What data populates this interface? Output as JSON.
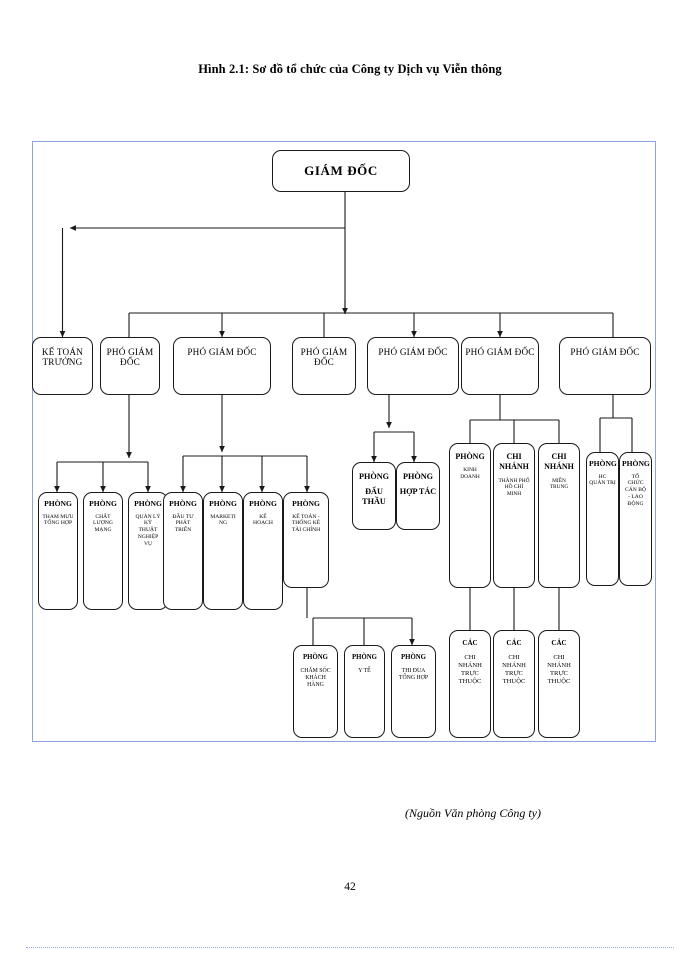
{
  "page": {
    "title": "Hình 2.1: Sơ đồ tổ chức của Công ty Dịch vụ Viễn thông",
    "source_note": "(Nguồn Văn phòng Công ty)",
    "page_number": "42"
  },
  "colors": {
    "frame_border": "#8ea3d9",
    "node_border": "#1a1a1a",
    "connector": "#1a1a1a",
    "background": "#ffffff",
    "text": "#000000"
  },
  "chart_data": {
    "type": "diagram",
    "title": "Hình 2.1: Sơ đồ tổ chức của Công ty Dịch vụ Viễn thông",
    "diagram_kind": "organizational-chart",
    "orientation": "top-down",
    "levels": 4,
    "nodes": [
      {
        "id": "director",
        "level": 1,
        "head": "GIÁM ĐỐC",
        "sub": ""
      },
      {
        "id": "chief-acct",
        "level": 2,
        "head": "KẾ TOÁN TRƯỞNG",
        "sub": ""
      },
      {
        "id": "vd1",
        "level": 2,
        "head": "PHÓ GIÁM ĐỐC",
        "sub": ""
      },
      {
        "id": "vd2",
        "level": 2,
        "head": "PHÓ GIÁM ĐỐC",
        "sub": ""
      },
      {
        "id": "vd3",
        "level": 2,
        "head": "PHÓ GIÁM ĐỐC",
        "sub": ""
      },
      {
        "id": "vd4",
        "level": 2,
        "head": "PHÓ GIÁM ĐỐC",
        "sub": ""
      },
      {
        "id": "vd5",
        "level": 2,
        "head": "PHÓ GIÁM ĐỐC",
        "sub": ""
      },
      {
        "id": "vd6",
        "level": 2,
        "head": "PHÓ GIÁM ĐỐC",
        "sub": ""
      },
      {
        "id": "d-thammuu",
        "level": 3,
        "head": "PHÒNG",
        "sub": "THAM MƯU\nTỔNG HỢP"
      },
      {
        "id": "d-chatluong",
        "level": 3,
        "head": "PHÒNG",
        "sub": "CHẤT\nLƯỢNG\nMẠNG"
      },
      {
        "id": "d-kythuat",
        "level": 3,
        "head": "PHÒNG",
        "sub": "QUẢN LÝ\nKỸ\nTHUẬT\nNGHIỆP\nVỤ"
      },
      {
        "id": "d-dautu",
        "level": 3,
        "head": "PHÒNG",
        "sub": "ĐẦU TƯ\nPHÁT\nTRIỂN"
      },
      {
        "id": "d-marketing",
        "level": 3,
        "head": "PHÒNG",
        "sub": "MARKETI\nNG"
      },
      {
        "id": "d-kehoach",
        "level": 3,
        "head": "PHÒNG",
        "sub": "KẾ\nHOẠCH"
      },
      {
        "id": "d-ketoan",
        "level": 3,
        "head": "PHÒNG",
        "sub": "KẾ TOÁN -\nTHỐNG KÊ\nTÀI CHÍNH"
      },
      {
        "id": "d-dauthau",
        "level": 3,
        "head": "PHÒNG",
        "sub": "ĐẤU\nTHẦU"
      },
      {
        "id": "d-hoptac",
        "level": 3,
        "head": "PHÒNG",
        "sub": "HỢP TÁC"
      },
      {
        "id": "d-kinhdoanh",
        "level": 3,
        "head": "PHÒNG",
        "sub": "KINH\nDOANH"
      },
      {
        "id": "b-hcm",
        "level": 3,
        "head": "CHI\nNHÁNH",
        "sub": "THÀNH PHỐ\nHỒ CHÍ\nMINH"
      },
      {
        "id": "b-mientrung",
        "level": 3,
        "head": "CHI\nNHÁNH",
        "sub": "MIỀN\nTRUNG"
      },
      {
        "id": "d-hc",
        "level": 3,
        "head": "PHÒNG",
        "sub": "HC\nQUẢN TRỊ"
      },
      {
        "id": "d-tochuc",
        "level": 3,
        "head": "PHÒNG",
        "sub": "TỔ\nCHỨC\nCÁN BỘ\n- LAO\nĐỘNG"
      },
      {
        "id": "s-chamsoc",
        "level": 4,
        "head": "PHÒNG",
        "sub": "CHĂM SÓC\nKHÁCH\nHÀNG"
      },
      {
        "id": "s-yte",
        "level": 4,
        "head": "PHÒNG",
        "sub": "Y TẾ"
      },
      {
        "id": "s-thidua",
        "level": 4,
        "head": "PHÒNG",
        "sub": "THI ĐUA\nTỔNG HỢP"
      },
      {
        "id": "s-cn1",
        "level": 4,
        "head": "CÁC",
        "sub": "CHI NHÁNH\nTRỰC\nTHUỘC"
      },
      {
        "id": "s-cn2",
        "level": 4,
        "head": "CÁC",
        "sub": "CHI NHÁNH\nTRỰC\nTHUỘC"
      },
      {
        "id": "s-cn3",
        "level": 4,
        "head": "CÁC",
        "sub": "CHI NHÁNH\nTRỰC\nTHUỘC"
      }
    ],
    "edges": [
      {
        "from": "director",
        "to": "chief-acct"
      },
      {
        "from": "director",
        "to": "vd1"
      },
      {
        "from": "director",
        "to": "vd2"
      },
      {
        "from": "director",
        "to": "vd3"
      },
      {
        "from": "director",
        "to": "vd4"
      },
      {
        "from": "director",
        "to": "vd5"
      },
      {
        "from": "director",
        "to": "vd6"
      },
      {
        "from": "vd1",
        "to": "d-thammuu"
      },
      {
        "from": "vd1",
        "to": "d-chatluong"
      },
      {
        "from": "vd1",
        "to": "d-kythuat"
      },
      {
        "from": "vd2",
        "to": "d-dautu"
      },
      {
        "from": "vd2",
        "to": "d-marketing"
      },
      {
        "from": "vd2",
        "to": "d-kehoach"
      },
      {
        "from": "vd2",
        "to": "d-ketoan"
      },
      {
        "from": "vd3",
        "to": "d-dauthau"
      },
      {
        "from": "vd3",
        "to": "d-hoptac"
      },
      {
        "from": "vd4",
        "to": "d-kinhdoanh"
      },
      {
        "from": "vd4",
        "to": "b-hcm"
      },
      {
        "from": "vd4",
        "to": "b-mientrung"
      },
      {
        "from": "vd6",
        "to": "d-hc"
      },
      {
        "from": "vd6",
        "to": "d-tochuc"
      },
      {
        "from": "d-ketoan",
        "to": "s-chamsoc"
      },
      {
        "from": "d-ketoan",
        "to": "s-yte"
      },
      {
        "from": "d-ketoan",
        "to": "s-thidua"
      },
      {
        "from": "d-kinhdoanh",
        "to": "s-cn1"
      },
      {
        "from": "b-hcm",
        "to": "s-cn2"
      },
      {
        "from": "b-mientrung",
        "to": "s-cn3"
      }
    ]
  }
}
